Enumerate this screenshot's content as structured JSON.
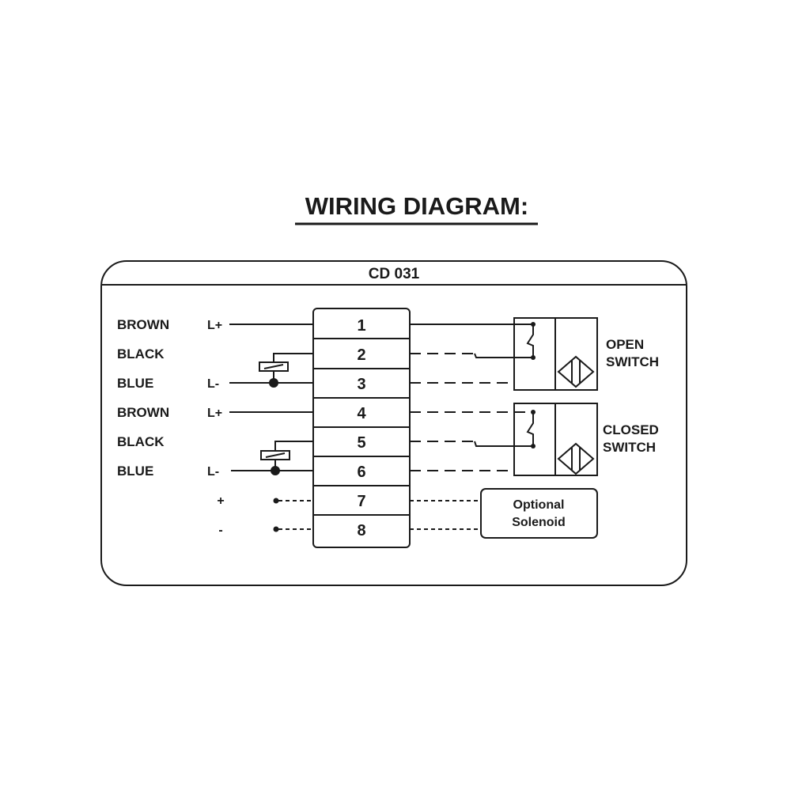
{
  "title": "WIRING DIAGRAM:",
  "device": "CD 031",
  "wires": [
    {
      "color": "BROWN",
      "polarity": "L+"
    },
    {
      "color": "BLACK",
      "polarity": ""
    },
    {
      "color": "BLUE",
      "polarity": "L-"
    },
    {
      "color": "BROWN",
      "polarity": "L+"
    },
    {
      "color": "BLACK",
      "polarity": ""
    },
    {
      "color": "BLUE",
      "polarity": "L-"
    }
  ],
  "solenoid_polarity": [
    "+",
    "-"
  ],
  "terminals": [
    "1",
    "2",
    "3",
    "4",
    "5",
    "6",
    "7",
    "8"
  ],
  "open_switch": [
    "OPEN",
    "SWITCH"
  ],
  "closed_switch": [
    "CLOSED",
    "SWITCH"
  ],
  "solenoid": [
    "Optional",
    "Solenoid"
  ]
}
